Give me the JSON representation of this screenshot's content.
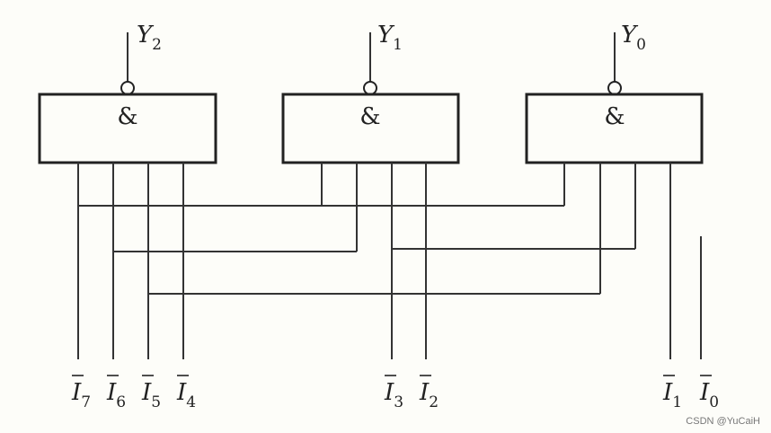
{
  "symbols": {
    "gate": "&",
    "output_letter": "Y",
    "input_letter": "I"
  },
  "outputs": [
    {
      "name": "Y2",
      "sub": "2"
    },
    {
      "name": "Y1",
      "sub": "1"
    },
    {
      "name": "Y0",
      "sub": "0"
    }
  ],
  "inputs": [
    {
      "name": "I7",
      "sub": "7"
    },
    {
      "name": "I6",
      "sub": "6"
    },
    {
      "name": "I5",
      "sub": "5"
    },
    {
      "name": "I4",
      "sub": "4"
    },
    {
      "name": "I3",
      "sub": "3"
    },
    {
      "name": "I2",
      "sub": "2"
    },
    {
      "name": "I1",
      "sub": "1"
    },
    {
      "name": "I0",
      "sub": "0"
    }
  ],
  "watermark": "CSDN @YuCaiH"
}
